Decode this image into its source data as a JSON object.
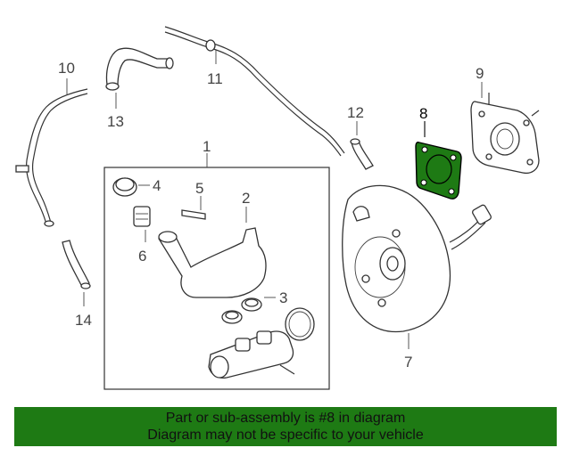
{
  "callouts": {
    "c1": "1",
    "c2": "2",
    "c3": "3",
    "c4": "4",
    "c5": "5",
    "c6": "6",
    "c7": "7",
    "c8": "8",
    "c9": "9",
    "c10": "10",
    "c11": "11",
    "c12": "12",
    "c13": "13",
    "c14": "14"
  },
  "highlight": {
    "part_number": "8",
    "color": "#1e7a14"
  },
  "banner": {
    "line1": "Part or sub-assembly is #8 in diagram",
    "line2": "Diagram may not be specific to your vehicle",
    "background": "#1e7a14"
  }
}
